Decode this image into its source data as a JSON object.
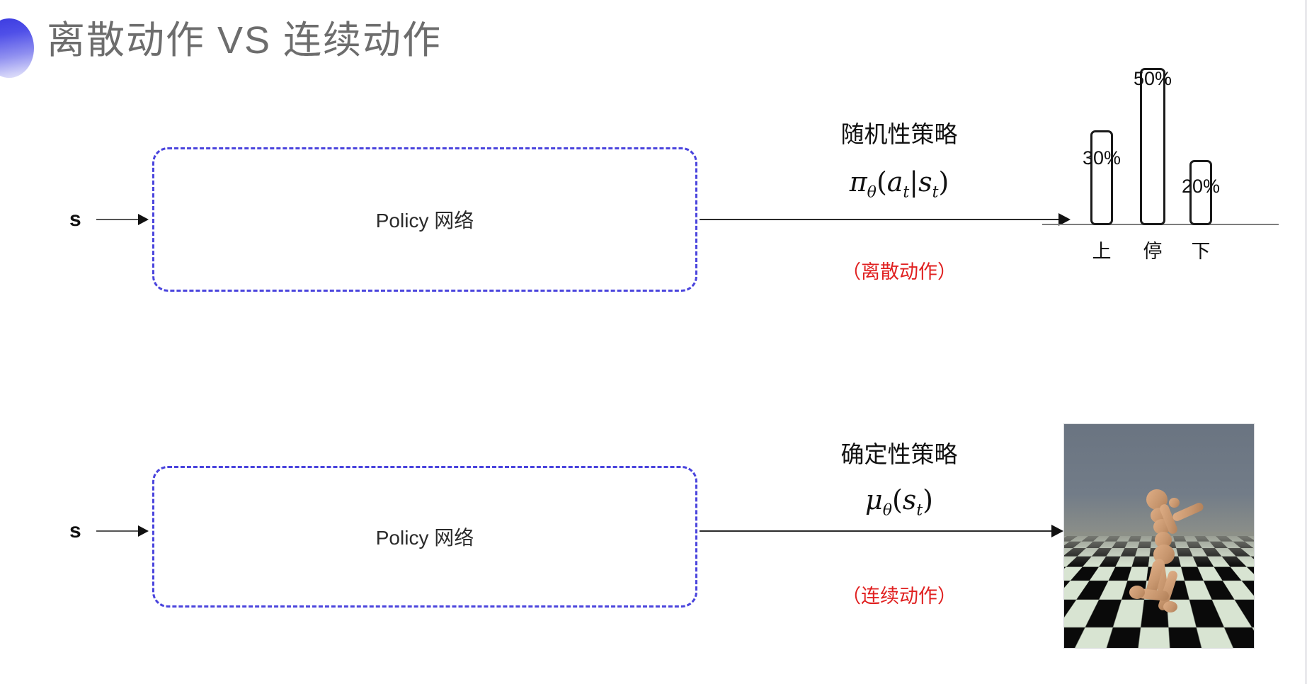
{
  "slide": {
    "title": "离散动作 VS 连续动作",
    "bullet_icon": "half-circle-gradient-icon",
    "background_color": "#ffffff",
    "title_color": "#6d6d6d",
    "accent_color": "#4a44dd",
    "highlight_color": "#e02020"
  },
  "rows": [
    {
      "id": "discrete",
      "input_label": "s",
      "policy_label": "Policy 网络",
      "annotation_title": "随机性策略",
      "annotation_formula": "π_θ(a_t|s_t)",
      "annotation_note": "（离散动作）",
      "output_kind": "bar-chart"
    },
    {
      "id": "continuous",
      "input_label": "s",
      "policy_label": "Policy 网络",
      "annotation_title": "确定性策略",
      "annotation_formula": "μ_θ(s_t)",
      "annotation_note": "（连续动作）",
      "output_kind": "simulation-image"
    }
  ],
  "formula_parts": {
    "pi": {
      "fn": "π",
      "sub": "θ",
      "open": "(",
      "arg1": "a",
      "arg1sub": "t",
      "bar": "|",
      "arg2": "s",
      "arg2sub": "t",
      "close": ")"
    },
    "mu": {
      "fn": "μ",
      "sub": "θ",
      "open": "(",
      "arg1": "s",
      "arg1sub": "t",
      "close": ")"
    }
  },
  "chart_data": {
    "type": "bar",
    "title": "",
    "xlabel": "",
    "ylabel": "",
    "ylim": [
      0,
      55
    ],
    "grid": false,
    "legend": "none",
    "categories": [
      "上",
      "停",
      "下"
    ],
    "values": [
      30,
      50,
      20
    ],
    "value_labels": [
      "30%",
      "50%",
      "20%"
    ],
    "bar_fill": "#ffffff",
    "bar_stroke": "#1a1a1a",
    "axis_color": "#7d7d7d"
  },
  "simulation": {
    "name": "mujoco-humanoid-render",
    "sky_color": "#6e7883",
    "floor_light": "#d8e4d2",
    "floor_dark": "#0a0a0a",
    "body_color": "#c7966e"
  }
}
